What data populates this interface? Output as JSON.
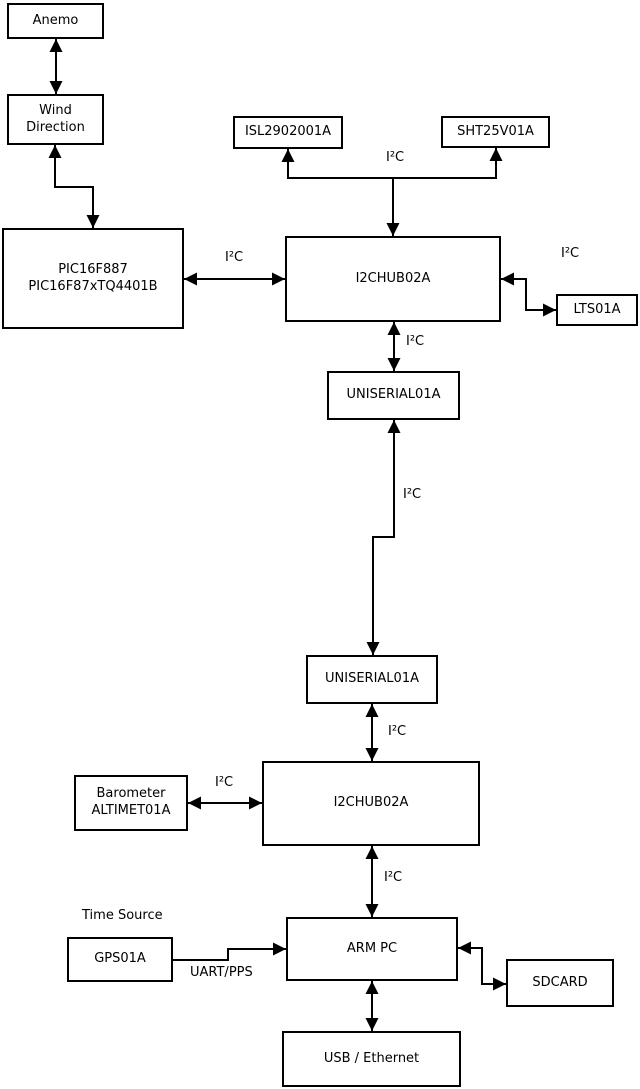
{
  "nodes": {
    "anemo": {
      "label": "Anemo"
    },
    "wind_direction": {
      "line1": "Wind",
      "line2": "Direction"
    },
    "pic": {
      "line1": "PIC16F887",
      "line2": "PIC16F87xTQ4401B"
    },
    "isl": {
      "label": "ISL2902001A"
    },
    "sht": {
      "label": "SHT25V01A"
    },
    "i2chub_top": {
      "label": "I2CHUB02A"
    },
    "lts": {
      "label": "LTS01A"
    },
    "uniserial_top": {
      "label": "UNISERIAL01A"
    },
    "uniserial_bottom": {
      "label": "UNISERIAL01A"
    },
    "i2chub_bottom": {
      "label": "I2CHUB02A"
    },
    "barometer": {
      "line1": "Barometer",
      "line2": "ALTIMET01A"
    },
    "gps": {
      "label": "GPS01A"
    },
    "arm_pc": {
      "label": "ARM PC"
    },
    "sdcard": {
      "label": "SDCARD"
    },
    "usb_ethernet": {
      "label": "USB / Ethernet"
    }
  },
  "edge_labels": {
    "i2c": "I²C",
    "uart_pps": "UART/PPS"
  },
  "annotations": {
    "time_source": "Time Source"
  },
  "colors": {
    "line": "#000000",
    "box_border": "#000000",
    "box_fill": "#ffffff",
    "text": "#000000",
    "background": "#ffffff"
  }
}
